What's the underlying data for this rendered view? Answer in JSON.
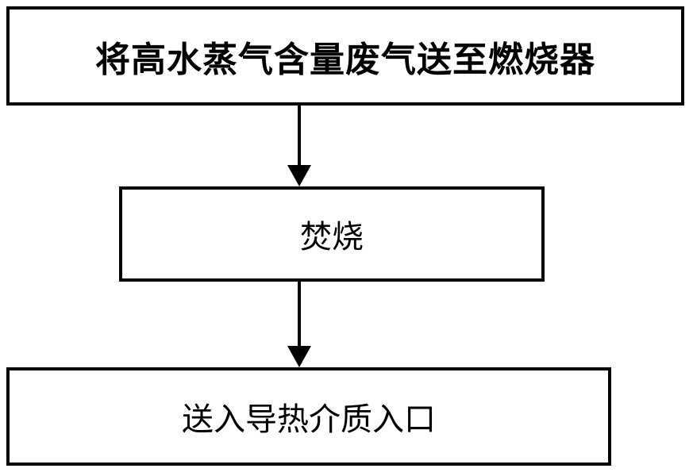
{
  "steps": [
    {
      "label": "将高水蒸气含量废气送至燃烧器"
    },
    {
      "label": "焚烧"
    },
    {
      "label": "送入导热介质入口"
    }
  ],
  "colors": {
    "stroke": "#000000",
    "background": "#ffffff"
  }
}
